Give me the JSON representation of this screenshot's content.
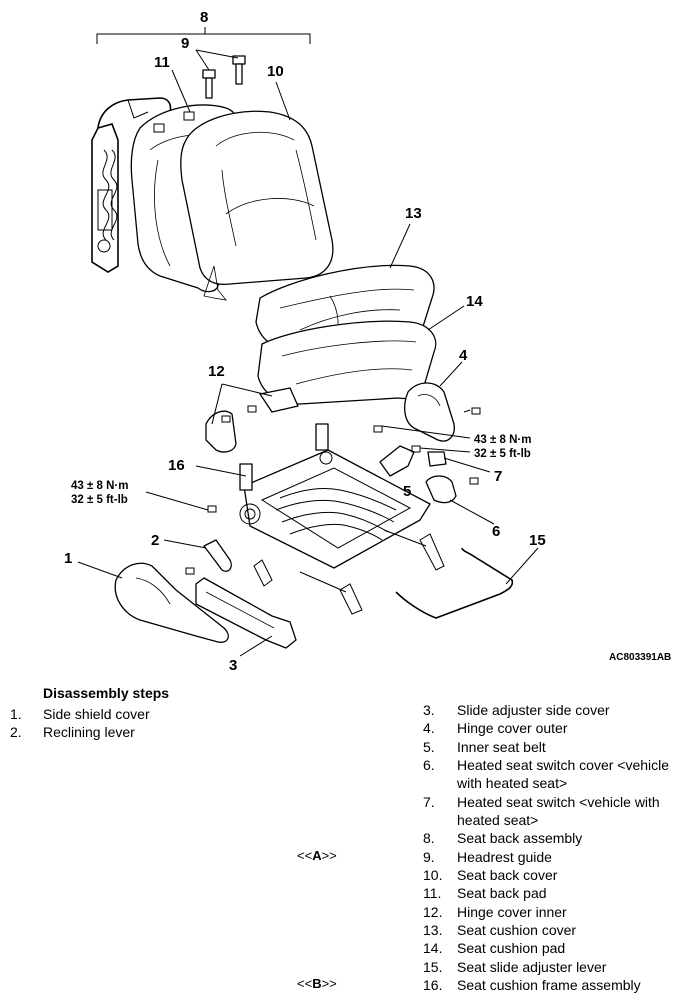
{
  "figure": {
    "id": "AC803391AB",
    "callouts": [
      "1",
      "2",
      "3",
      "4",
      "5",
      "6",
      "7",
      "8",
      "9",
      "10",
      "11",
      "12",
      "13",
      "14",
      "15",
      "16"
    ],
    "torque_right": {
      "line1": "43 ± 8 N·m",
      "line2": "32 ± 5 ft-lb"
    },
    "torque_left": {
      "line1": "43 ± 8 N·m",
      "line2": "32 ± 5 ft-lb"
    }
  },
  "steps_title": "Disassembly steps",
  "left_steps": [
    {
      "num": "1.",
      "text": "Side shield cover"
    },
    {
      "num": "2.",
      "text": "Reclining lever"
    }
  ],
  "right_steps": [
    {
      "num": "3.",
      "text": "Slide adjuster side cover"
    },
    {
      "num": "4.",
      "text": "Hinge cover outer"
    },
    {
      "num": "5.",
      "text": "Inner seat belt"
    },
    {
      "num": "6.",
      "text": "Heated seat switch cover <vehicle",
      "text2": "with heated seat>"
    },
    {
      "num": "7.",
      "text": "Heated seat switch <vehicle with",
      "text2": "heated seat>"
    },
    {
      "num": "8.",
      "text": "Seat back assembly"
    },
    {
      "num": "9.",
      "text": "Headrest guide"
    },
    {
      "num": "10.",
      "text": "Seat back cover"
    },
    {
      "num": "11.",
      "text": "Seat back pad"
    },
    {
      "num": "12.",
      "text": "Hinge cover inner"
    },
    {
      "num": "13.",
      "text": "Seat cushion cover"
    },
    {
      "num": "14.",
      "text": "Seat cushion pad"
    },
    {
      "num": "15.",
      "text": "Seat slide adjuster lever"
    },
    {
      "num": "16.",
      "text": "Seat cushion frame assembly"
    }
  ],
  "markers": {
    "a": {
      "pre": "<<",
      "label": "A",
      "post": ">>"
    },
    "b": {
      "pre": "<<",
      "label": "B",
      "post": ">>"
    }
  }
}
